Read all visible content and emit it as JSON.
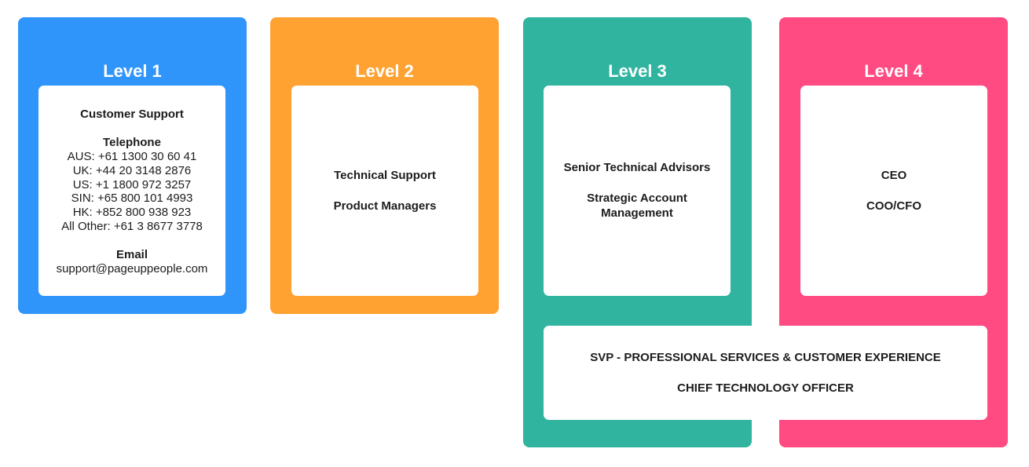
{
  "levels": [
    {
      "title": "Level 1",
      "color": "#3095fb",
      "heading": "Customer Support",
      "telephone_label": "Telephone",
      "phones": [
        "AUS: +61 1300 30 60 41",
        "UK: +44 20 3148 2876",
        "US: +1 1800 972 3257",
        "SIN: +65 800 101 4993",
        "HK: +852 800 938 923",
        "All Other: +61 3 8677 3778"
      ],
      "email_label": "Email",
      "email": "support@pageuppeople.com"
    },
    {
      "title": "Level 2",
      "color": "#ffa232",
      "items": [
        "Technical Support",
        "Product Managers"
      ]
    },
    {
      "title": "Level 3",
      "color": "#30b4a0",
      "items": [
        "Senior Technical Advisors",
        "Strategic Account",
        "Management"
      ]
    },
    {
      "title": "Level 4",
      "color": "#ff4a82",
      "items": [
        "CEO",
        "COO/CFO"
      ]
    }
  ],
  "shared": {
    "items": [
      "SVP - PROFESSIONAL SERVICES & CUSTOMER EXPERIENCE",
      "CHIEF TECHNOLOGY OFFICER"
    ]
  }
}
